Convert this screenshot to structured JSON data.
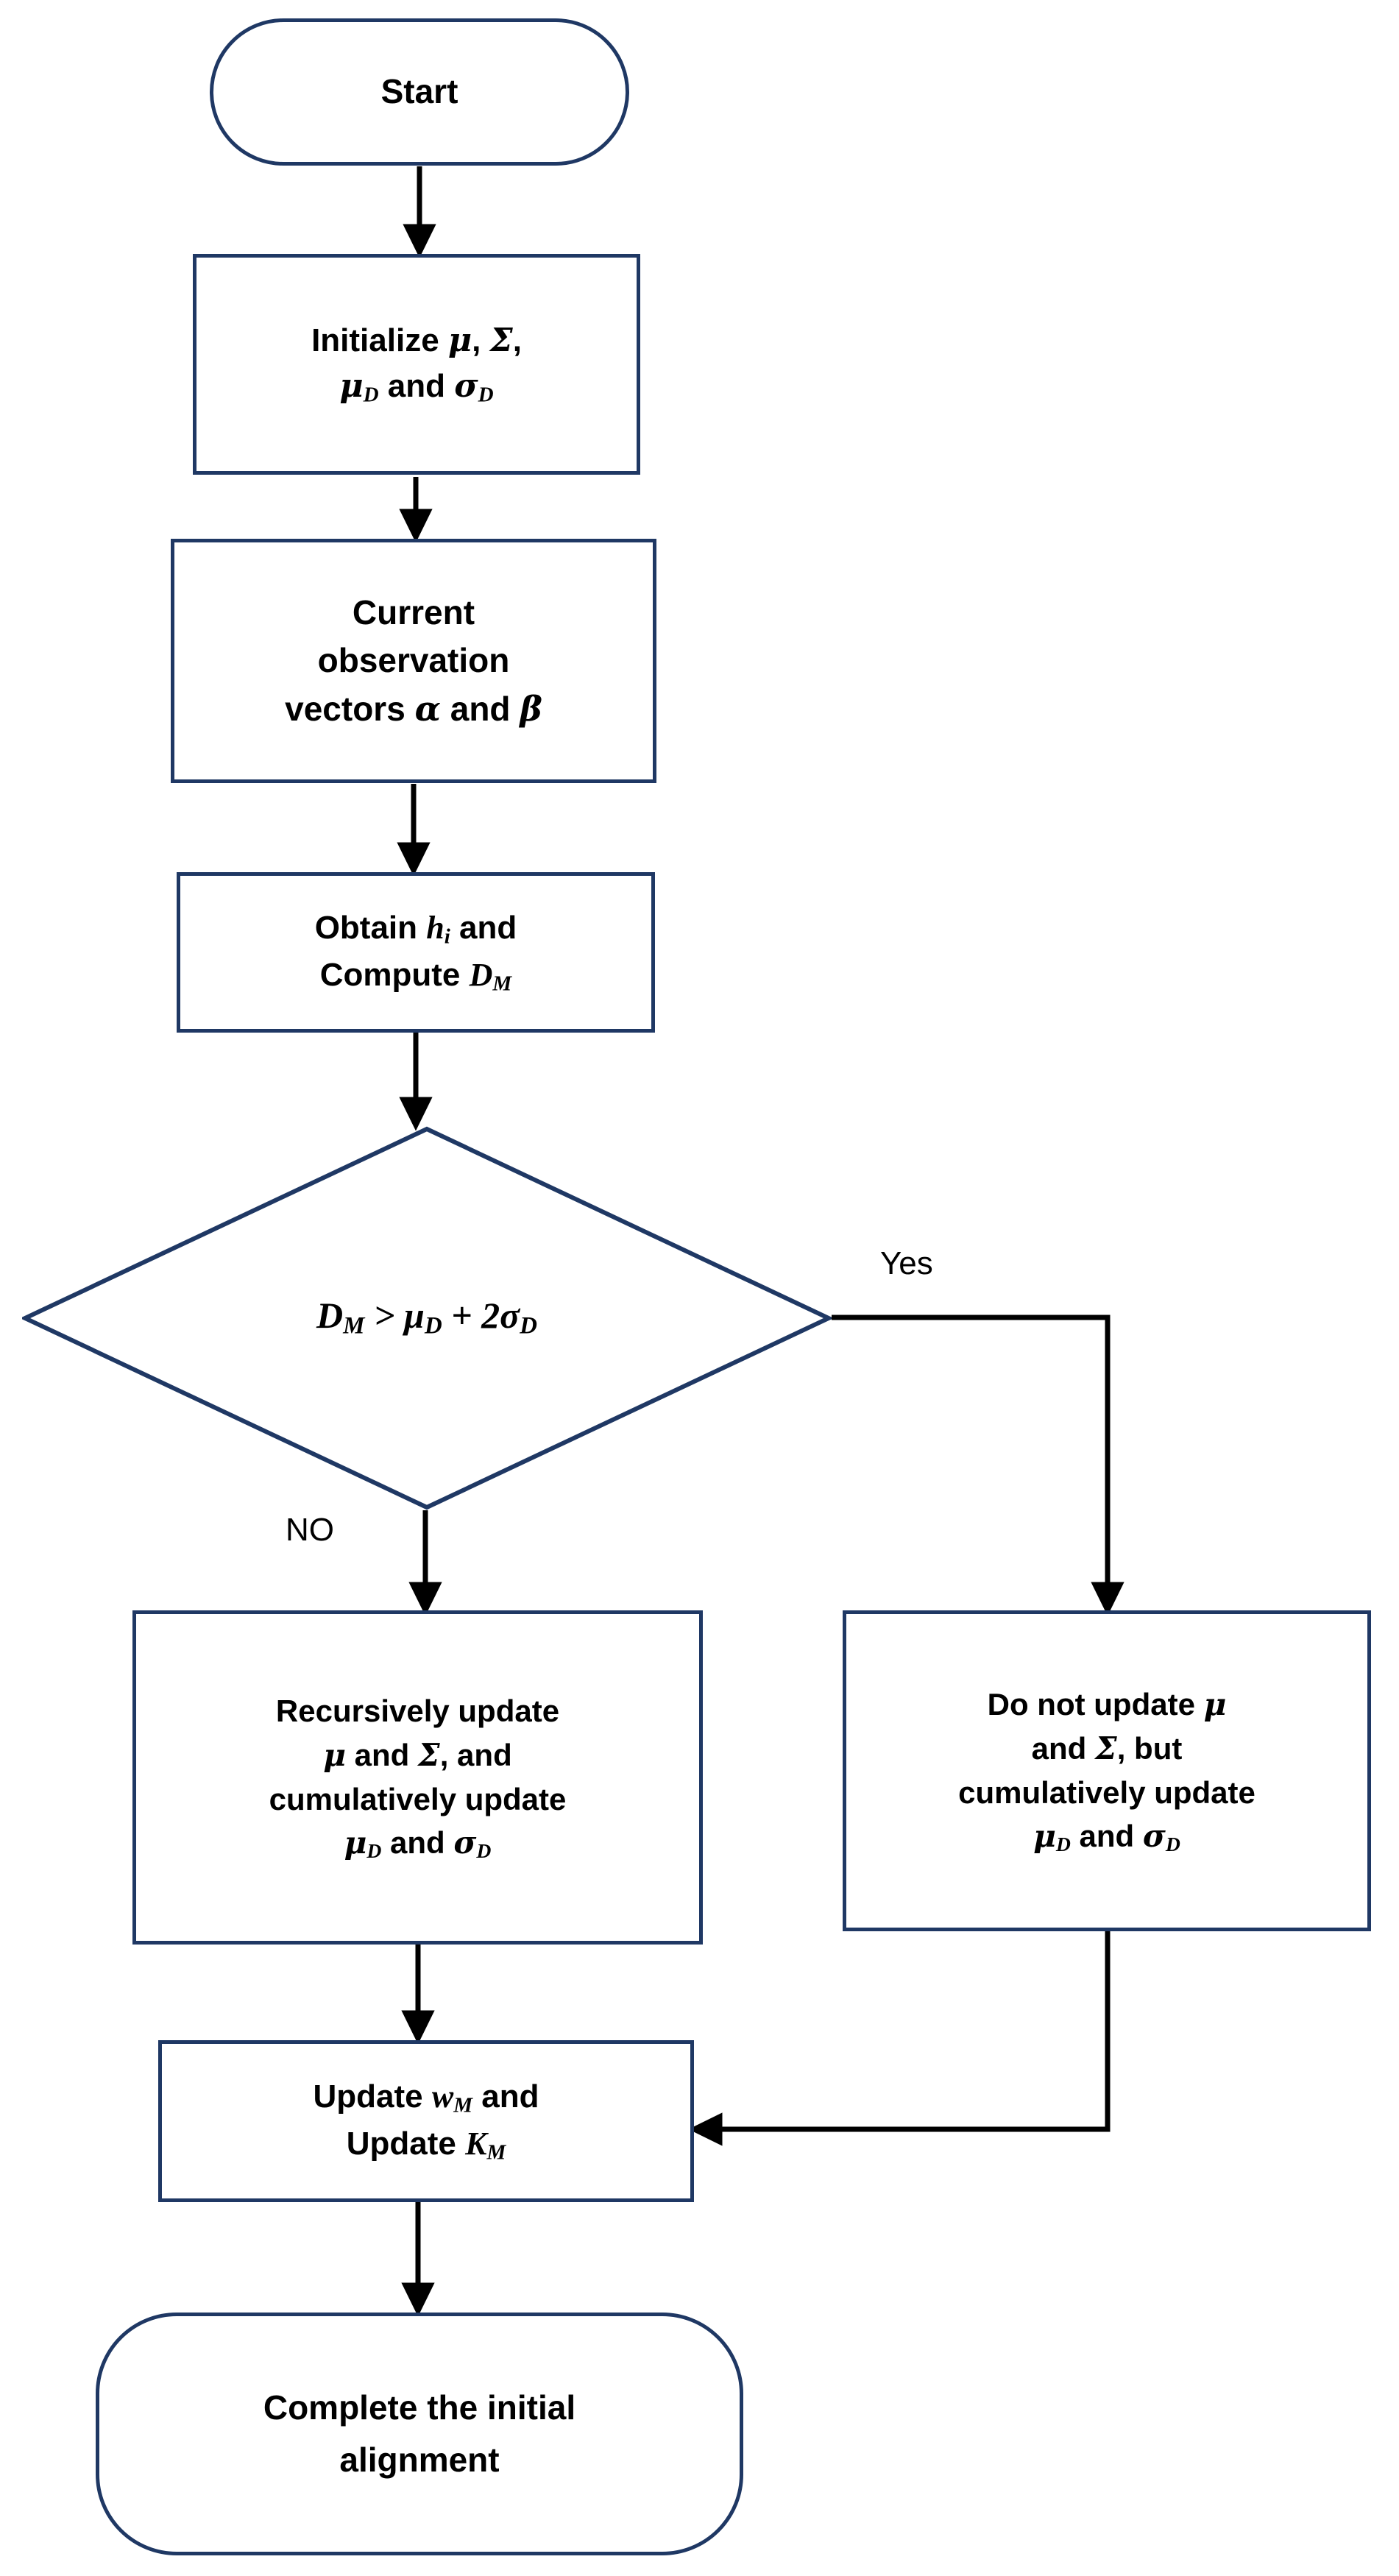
{
  "diagram": {
    "title": "Initial alignment algorithm flowchart",
    "type": "flowchart",
    "accent_color": "#1F3864",
    "arrow_color": "#000000",
    "background": "#FFFFFF"
  },
  "nodes": {
    "start": {
      "shape": "terminal",
      "text": "Start"
    },
    "initialize": {
      "shape": "process",
      "line1_prefix": "Initialize ",
      "line1_sym1": "μ",
      "line1_sep": ", ",
      "line1_sym2": "Σ",
      "line1_suffix": ",",
      "line2_sym1": "μ",
      "line2_sub1": "D",
      "line2_mid": " and ",
      "line2_sym2": "σ",
      "line2_sub2": "D"
    },
    "observation": {
      "shape": "process",
      "line1": "Current",
      "line2": "observation",
      "line3_prefix": "vectors ",
      "line3_sym1": "α",
      "line3_mid": " and ",
      "line3_sym2": "β"
    },
    "obtain": {
      "shape": "process",
      "line1_prefix": "Obtain ",
      "line1_sym": "h",
      "line1_sub": "i",
      "line1_suffix": " and",
      "line2_prefix": "Compute ",
      "line2_sym": "D",
      "line2_sub": "M"
    },
    "decision": {
      "shape": "diamond",
      "lhs_sym": "D",
      "lhs_sub": "M",
      "op": " > ",
      "rhs_sym1": "μ",
      "rhs_sub1": "D",
      "plus": " + 2",
      "rhs_sym2": "σ",
      "rhs_sub2": "D"
    },
    "update_left": {
      "shape": "process",
      "line1": "Recursively update",
      "line2_sym1": "μ",
      "line2_mid": " and ",
      "line2_sym2": "Σ",
      "line2_suffix": ", and",
      "line3": "cumulatively update",
      "line4_sym1": "μ",
      "line4_sub1": "D",
      "line4_mid": " and ",
      "line4_sym2": "σ",
      "line4_sub2": "D"
    },
    "update_right": {
      "shape": "process",
      "line1_prefix": "Do not update ",
      "line1_sym": "μ",
      "line2_prefix": "and ",
      "line2_sym": "Σ",
      "line2_suffix": ", but",
      "line3": "cumulatively update",
      "line4_sym1": "μ",
      "line4_sub1": "D",
      "line4_mid": " and ",
      "line4_sym2": "σ",
      "line4_sub2": "D"
    },
    "update_weights": {
      "shape": "process",
      "line1_prefix": "Update ",
      "line1_sym": "w",
      "line1_sub": "M",
      "line1_suffix": " and",
      "line2_prefix": "Update ",
      "line2_sym": "K",
      "line2_sub": "M"
    },
    "end": {
      "shape": "terminal",
      "line1": "Complete the initial",
      "line2": "alignment"
    }
  },
  "edge_labels": {
    "yes": "Yes",
    "no": "NO"
  }
}
